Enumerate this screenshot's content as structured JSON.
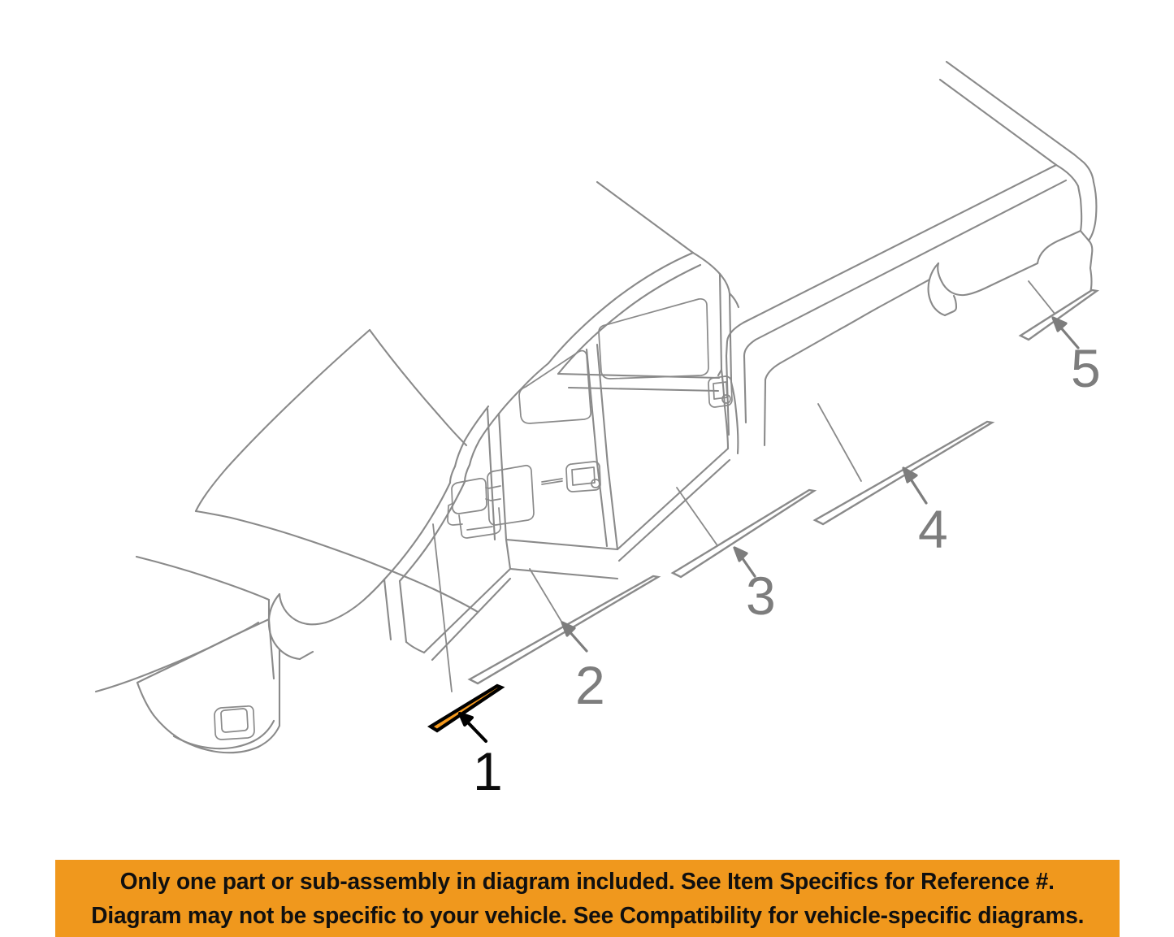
{
  "diagram": {
    "title": "Vehicle body side molding exploded diagram",
    "vehicle": "crew cab pickup truck, left side view",
    "line_color": "#8a8a8a",
    "highlight_color": "#f59a1e",
    "highlight_outline_color": "#000000",
    "callouts": [
      {
        "id": "1",
        "label": "1",
        "style": "highlighted",
        "number_color": "#0b0b0b",
        "arrow_color": "#000000",
        "part": "front door lower body side molding",
        "highlighted": true
      },
      {
        "id": "2",
        "label": "2",
        "style": "outline",
        "number_color": "#7d7d7d",
        "arrow_color": "#7d7d7d",
        "part": "front door body side molding",
        "highlighted": false
      },
      {
        "id": "3",
        "label": "3",
        "style": "outline",
        "number_color": "#7d7d7d",
        "arrow_color": "#7d7d7d",
        "part": "rear door body side molding",
        "highlighted": false
      },
      {
        "id": "4",
        "label": "4",
        "style": "outline",
        "number_color": "#7d7d7d",
        "arrow_color": "#7d7d7d",
        "part": "bed side molding",
        "highlighted": false
      },
      {
        "id": "5",
        "label": "5",
        "style": "outline",
        "number_color": "#7d7d7d",
        "arrow_color": "#7d7d7d",
        "part": "rear quarter molding",
        "highlighted": false
      }
    ]
  },
  "banner": {
    "background_color": "#f0981d",
    "text_color": "#101010",
    "line1": "Only one part or sub-assembly in diagram included. See Item Specifics for Reference #.",
    "line2": "Diagram may not be specific to your vehicle. See Compatibility for vehicle-specific diagrams."
  }
}
